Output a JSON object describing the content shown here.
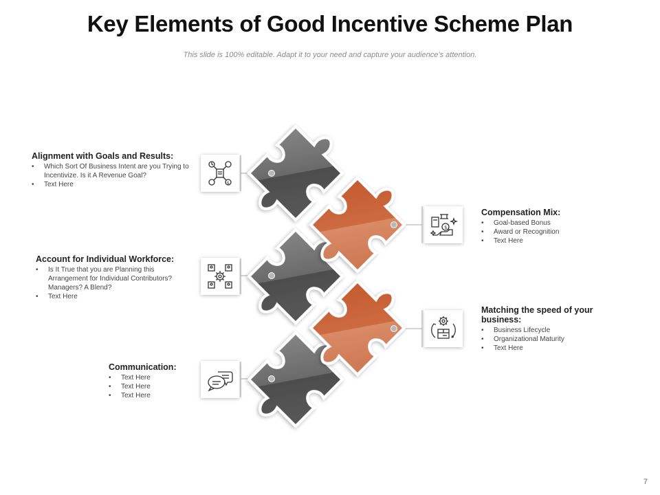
{
  "slide": {
    "title": "Key Elements of Good Incentive Scheme Plan",
    "subtitle": "This slide is 100% editable. Adapt it to your need and capture your audience’s attention.",
    "page_number": "7"
  },
  "colors": {
    "gray_piece": "#5f5f5f",
    "orange_piece": "#c8643a",
    "connector": "#aaaaaa"
  },
  "items": {
    "alignment": {
      "heading": "Alignment with Goals and Results:",
      "bullets": [
        "Which Sort Of Business Intent are you Trying to Incentivize. Is it A Revenue Goal?",
        "Text Here"
      ],
      "icon": "goals-flowchart-icon"
    },
    "compensation": {
      "heading": "Compensation Mix:",
      "bullets": [
        "Goal-based Bonus",
        "Award or Recognition",
        "Text Here"
      ],
      "icon": "money-hand-icon"
    },
    "workforce": {
      "heading": "Account  for Individual Workforce:",
      "bullets": [
        "Is It True that you are Planning  this Arrangement for Individual Contributors? Managers? A Blend?",
        "Text Here"
      ],
      "icon": "team-gear-icon"
    },
    "speed": {
      "heading": "Matching the speed of your business:",
      "bullets": [
        "Business Lifecycle",
        "Organizational Maturity",
        "Text Here"
      ],
      "icon": "gear-cycle-box-icon"
    },
    "communication": {
      "heading": "Communication:",
      "bullets": [
        "Text Here",
        "Text Here",
        "Text Here"
      ],
      "icon": "chat-bubbles-icon"
    }
  }
}
